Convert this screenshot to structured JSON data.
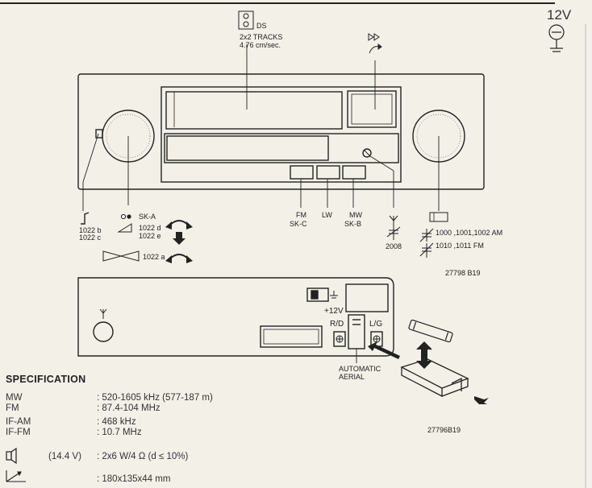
{
  "top_right": {
    "voltage": "12V"
  },
  "front_panel": {
    "cassette_symbol": "DS",
    "tracks_line1": "2x2 TRACKS",
    "tracks_line2": "4.76 cm/sec.",
    "tone_refs_line1": "1022 b",
    "tone_refs_line2": "1022 c",
    "switch_label": "SK-A",
    "volume_refs_line1": "1022 d",
    "volume_refs_line2": "1022 e",
    "balance_ref": "1022 a",
    "btn_fm": "FM",
    "btn_fm_sub": "SK-C",
    "btn_lw": "LW",
    "btn_mw": "MW",
    "btn_mw_sub": "SK-B",
    "trimmer_ref": "2008",
    "tuning_am": "1000 ,1001,1002 AM",
    "tuning_fm": "1010 ,1011 FM",
    "drawing_no": "27798 B19"
  },
  "rear_panel": {
    "plus12v": "+12V",
    "rd": "R/D",
    "lg": "L/G",
    "auto_aerial_1": "AUTOMATIC",
    "auto_aerial_2": "AERIAL",
    "drawing_no": "27796B19"
  },
  "specification": {
    "heading": "SPECIFICATION",
    "rows": [
      {
        "label": "MW",
        "value": ": 520-1605 kHz (577-187 m)"
      },
      {
        "label": "FM",
        "value": ": 87.4-104 MHz"
      },
      {
        "label": "IF-AM",
        "value": ": 468 kHz"
      },
      {
        "label": "IF-FM",
        "value": ": 10.7 MHz"
      }
    ],
    "power_condition": "(14.4 V)",
    "power_value": ": 2x6 W/4 Ω (d ≤ 10%)",
    "dimension_value": ": 180x135x44 mm"
  }
}
